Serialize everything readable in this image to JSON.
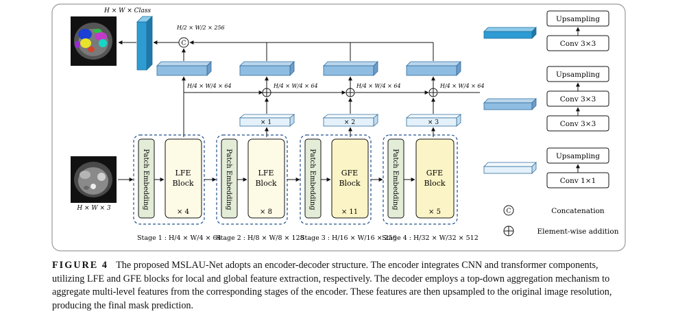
{
  "figure": {
    "output_label": "H × W × Class",
    "input_label": "H × W × 3",
    "concat_dims": "H/2 × W/2 × 256",
    "decoder_dims": [
      "H/4 × W/4 × 64",
      "H/4 × W/4 × 64",
      "H/4 × W/4 × 64",
      "H/4 × W/4 × 64"
    ],
    "upsample_counts": [
      "× 1",
      "× 2",
      "× 3"
    ],
    "stages": [
      {
        "patch": "Patch Embedding",
        "block": [
          "LFE",
          "Block"
        ],
        "repeat": "× 4",
        "label": "Stage 1 : H/4 × W/4 × 64"
      },
      {
        "patch": "Patch Embedding",
        "block": [
          "LFE",
          "Block"
        ],
        "repeat": "× 8",
        "label": "Stage 2 : H/8 × W/8 × 128"
      },
      {
        "patch": "Patch Embedding",
        "block": [
          "GFE",
          "Block"
        ],
        "repeat": "× 11",
        "label": "Stage 3 : H/16 × W/16 × 256"
      },
      {
        "patch": "Patch Embedding",
        "block": [
          "GFE",
          "Block"
        ],
        "repeat": "× 5",
        "label": "Stage 4 : H/32 × W/32 × 512"
      }
    ],
    "legend": {
      "group1": [
        "Upsampling",
        "Conv 3×3"
      ],
      "group2": [
        "Upsampling",
        "Conv 3×3",
        "Conv 3×3"
      ],
      "group3": [
        "Upsampling",
        "Conv 1×1"
      ],
      "concat_symbol": "C",
      "concat_label": "Concatenation",
      "add_label": "Element-wise addition"
    }
  },
  "caption": {
    "label": "FIGURE 4",
    "text": "The proposed MSLAU-Net adopts an encoder-decoder structure. The encoder integrates CNN and transformer components, utilizing LFE and GFE blocks for local and global feature extraction, respectively. The decoder employs a top-down aggregation mechanism to aggregate multi-level features from the corresponding stages of the encoder. These features are then upsampled to the original image resolution, producing the final mask prediction."
  },
  "colors": {
    "dark_blue": "#2e9bd3",
    "mid_blue": "#8fbde2",
    "light_blue": "#e4f1fa",
    "patch_fill": "#e3ecd7",
    "lfe_fill": "#fdfae6",
    "gfe_fill": "#fbf4c6",
    "dashed_border": "#1f4f8a"
  }
}
